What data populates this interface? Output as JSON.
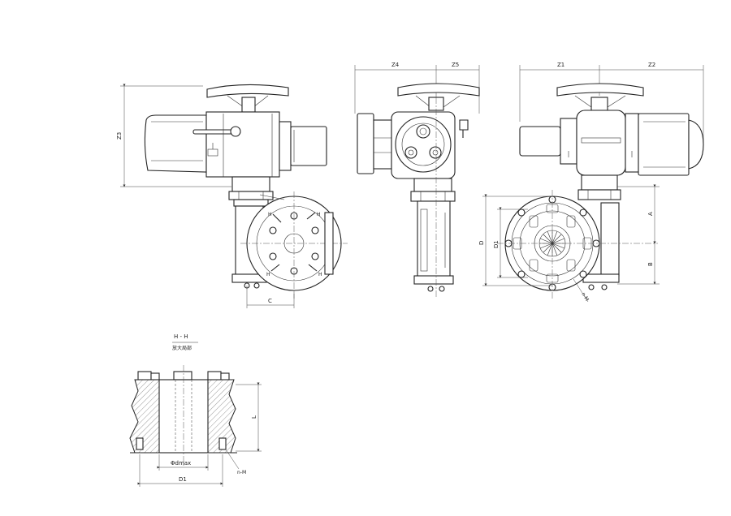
{
  "dimensions": {
    "z3": "Z3",
    "c": "C",
    "z4": "Z4",
    "z5": "Z5",
    "z1": "Z1",
    "z2": "Z2",
    "a": "A",
    "b": "B",
    "d": "D",
    "d1": "D1",
    "nm": "n-M",
    "l": "L",
    "dmax": "Φdmax",
    "d1_section": "D1",
    "nm_section": "n-M"
  },
  "section": {
    "title": "H - H",
    "subtitle": "放大局部"
  },
  "markers": {
    "h": "H"
  }
}
